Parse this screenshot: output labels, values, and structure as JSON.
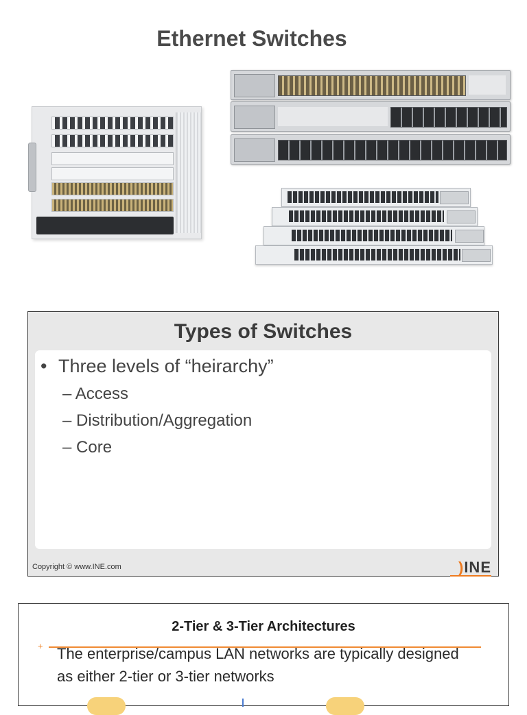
{
  "slide1": {
    "title": "Ethernet Switches"
  },
  "slide2": {
    "title": "Types of Switches",
    "bullet": "Three levels of “heirarchy”",
    "sub_items": [
      "– Access",
      "– Distribution/Aggregation",
      "– Core"
    ],
    "copyright": "Copyright © www.INE.com",
    "logo": "INE"
  },
  "slide3": {
    "title": "2-Tier & 3-Tier Architectures",
    "bullet_mark": "+",
    "bullet_text": "The enterprise/campus LAN networks are typically designed as either 2-tier or 3-tier networks"
  },
  "colors": {
    "accent": "#ee7a1f",
    "title_gray": "#4a4a4a"
  }
}
